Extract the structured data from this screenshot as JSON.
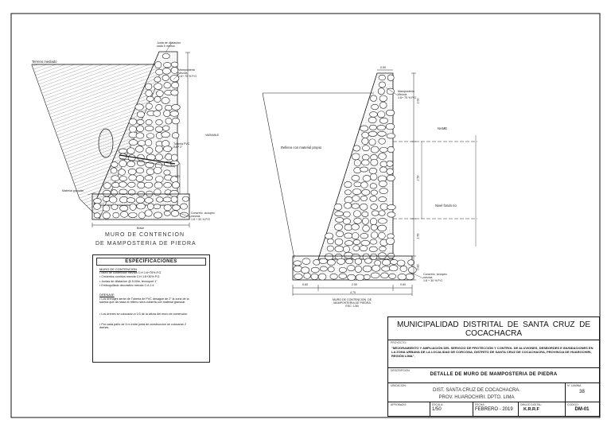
{
  "left": {
    "terreno_label": "Terreno   mediado",
    "junta_label": "Junta de dilatacion\ncada 5 metros",
    "mamp1_label": "Mamposteria\nMezcla\n1:6+ 75 % P.G",
    "variable_label": "VARIABLE",
    "tuberia_label": "Tuberia PVC\nSAP 2\"",
    "hi_label": "H/3",
    "material_label": "Material granular",
    "ciclopeo1_label": "Concreto  ciclopeo\nmezcla\n1:8 + 30 % P.G",
    "base_dim": "B/ase",
    "title_line1": "MURO  DE  CONTENCION",
    "title_line2": "DE  MAMPOSTERIA  DE  PIEDRA"
  },
  "spec": {
    "header": "ESPECIFICACIONES",
    "sec1": "MURO DE CONTENCION",
    "items1": [
      "Muro de contencion mezcla C:H 1:6+75% P.G",
      "Cimientos corridos mezcla C:H 1:8+30% P.G",
      "Juntas de dilatacion @ 5.00m, tecnoport 1\"",
      "Emboquillado decorativo mezcla C:A 1:4"
    ],
    "sec2": "DRENAJE",
    "items2": [
      "Los drenajes seran de Tuberia de PVC desague de 2\" la zona de la tuberia que da hacia el relleno sera cubierta con material granular.",
      "Los drenes se colocaran a 1/3 de la altura del muro de contencion.",
      "Por cada paño de 5 m entre junta de construccion se colocaran 2 drenes."
    ]
  },
  "right": {
    "top_dim": "0.50",
    "mamp2_label": "Mamposteria\nMezcla\n1:6+ 75 % P.G",
    "relleno_label": "Relleno  con  material propio",
    "name_label": "NAME",
    "nivel_label": "Nivel  fondo  rio",
    "dim_a": "0.60",
    "dim_b": "2.50",
    "dim_c": "0.60",
    "dim_total": "4.70",
    "vdim_1": "2.00",
    "vdim_2": "2.50",
    "vdim_3": "1.50",
    "vdim_4": "0.80",
    "ciclopeo2_label": "Concreto  ciclopeo\nmezcla\n1:8 + 30 % P.G",
    "caption": "MURO DE CONTENCION  DE\nMAMPOSTERIA DE PIEDRA\nESC: 1/50"
  },
  "titleblock": {
    "entity": "MUNICIPALIDAD  DISTRITAL  DE  SANTA  CRUZ  DE\nCOCACHACRA",
    "proyecto_cap": "PROYECTO:",
    "proyecto": "\"MEJORAMIENTO Y AMPLIACIÓN DEL SERVICIO DE PROTECCIÓN Y CONTROL DE ALUVIONES, DESBORDES E INUNDACIONES EN LA ZONA URBANA DE LA LOCALIDAD DE CORCONA, DISTRITO DE SANTA CRUZ DE COCACHACRA, PROVINCIA DE HUAROCHIRI, REGIÓN LIMA\".",
    "descripcion_cap": "DESCRIPCION:",
    "descripcion": "DETALLE DE MURO DE MAMPOSTERIA DE PIEDRA",
    "ubicacion_cap": "UBICACION:",
    "ubicacion1": "DIST.  SANTA CRUZ DE COCACHACRA.",
    "ubicacion2": "PROV. HUAROCHIRI.  DPTO. LIMA",
    "lamina_cap": "N° LAMINA",
    "lamina": "38",
    "aprobado_cap": "APROBADO:",
    "escala_cap": "ESCALA:",
    "escala": "1/50",
    "fecha_cap": "FECHA:",
    "fecha": "FEBRERO - 2019",
    "dibujo_cap": "DIBUJO DIGITAL:",
    "dibujo": "K.R.R.F",
    "codigo_cap": "CODIGO:",
    "codigo": "DM-01"
  }
}
